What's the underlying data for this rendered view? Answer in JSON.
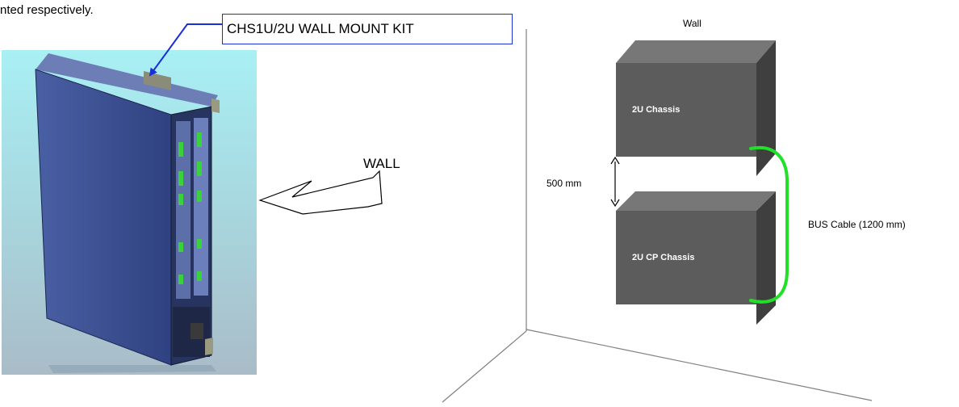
{
  "intro": {
    "text": "nted respectively."
  },
  "kit": {
    "label": "CHS1U/2U WALL MOUNT KIT"
  },
  "arrow": {
    "label": "WALL"
  },
  "diagram": {
    "wall_label": "Wall",
    "top_box_label": "2U Chassis",
    "bottom_box_label": "2U CP Chassis",
    "gap_label": "500 mm",
    "cable_label": "BUS Cable (1200 mm)"
  },
  "colors": {
    "callout_blue": "#1a2fd6",
    "cable_green": "#22e02a",
    "box_front": "#5c5c5c",
    "box_top": "#777777",
    "box_side": "#3f3f3f",
    "photo_bg_top": "#a8f0f4",
    "photo_bg_bottom": "#a9bcc8",
    "device_blue": "#3e5496"
  },
  "icons": [
    "callout-arrow-icon",
    "wall-direction-arrow-icon",
    "double-arrow-icon"
  ]
}
